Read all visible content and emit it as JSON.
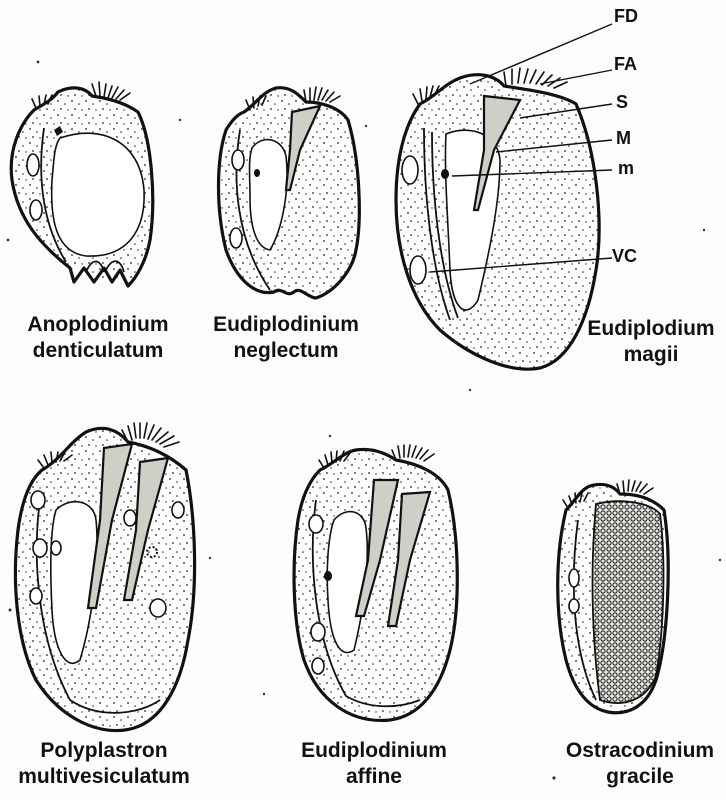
{
  "species": [
    {
      "id": "anoplodinium",
      "line1": "Anoplodinium",
      "line2": "denticulatum"
    },
    {
      "id": "eudiplo-neglectum",
      "line1": "Eudiplodinium",
      "line2": "neglectum"
    },
    {
      "id": "eudiplo-magii",
      "line1": "Eudiplodium",
      "line2": "magii"
    },
    {
      "id": "polyplastron",
      "line1": "Polyplastron",
      "line2": "multivesiculatum"
    },
    {
      "id": "eudiplo-affine",
      "line1": "Eudiplodinium",
      "line2": "affine"
    },
    {
      "id": "ostracodinium",
      "line1": "Ostracodinium",
      "line2": "gracile"
    }
  ],
  "structure_labels": {
    "fd": "FD",
    "fa": "FA",
    "s": "S",
    "M": "M",
    "m": "m",
    "vc": "VC"
  }
}
